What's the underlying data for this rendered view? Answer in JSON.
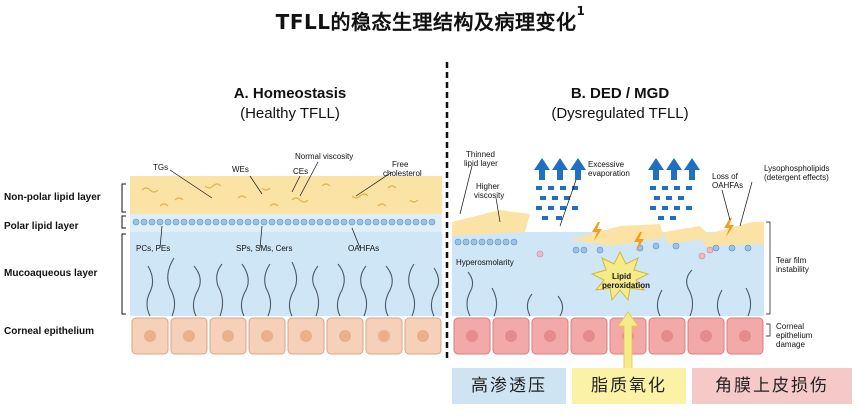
{
  "title": {
    "main": "TFLL的稳态生理结构及病理变化",
    "sup": "1"
  },
  "panel_a": {
    "title": "A. Homeostasis",
    "subtitle": "(Healthy TFLL)"
  },
  "panel_b": {
    "title": "B. DED / MGD",
    "subtitle": "(Dysregulated TFLL)"
  },
  "layers": {
    "nonpolar": "Non-polar lipid layer",
    "polar": "Polar lipid layer",
    "muco": "Mucoaqueous layer",
    "corneal": "Corneal epithelium"
  },
  "annotations_a": {
    "tgs": "TGs",
    "wes": "WEs",
    "normal_viscosity": "Normal viscosity",
    "ces": "CEs",
    "free_chol_1": "Free",
    "free_chol_2": "cholesterol",
    "pcs_pes": "PCs, PEs",
    "sps": "SPs, SMs, Cers",
    "oahfas": "OAHFAs"
  },
  "annotations_b": {
    "thinned_1": "Thinned",
    "thinned_2": "lipid layer",
    "higher_1": "Higher",
    "higher_2": "viscosity",
    "excessive_1": "Excessive",
    "excessive_2": "evaporation",
    "loss_1": "Loss of",
    "loss_2": "OAHFAs",
    "lyso_1": "Lysophospholipids",
    "lyso_2": "(detergent effects)",
    "hyperosmolarity": "Hyperosmolarity",
    "lipid_1": "Lipid",
    "lipid_2": "peroxidation",
    "tear_1": "Tear film",
    "tear_2": "instability",
    "corneal_1": "Corneal",
    "corneal_2": "epithelium",
    "corneal_3": "damage"
  },
  "tags": [
    {
      "label": "高渗透压",
      "color": "#cfe4f3"
    },
    {
      "label": "脂质氧化",
      "color": "#fbf2a6"
    },
    {
      "label": "角膜上皮损伤",
      "color": "#f6c9c9"
    }
  ],
  "colors": {
    "lipid": "#fbe3a6",
    "aqueous": "#cfe6f6",
    "cell": "#f6d0b8",
    "cell_damaged": "#f4a9a9",
    "arrow_blue": "#1f6fc2",
    "arrow_yellow": "#f6eb8a"
  },
  "icons": [
    "lightning-icon",
    "up-arrow-icon",
    "explosion-icon"
  ]
}
